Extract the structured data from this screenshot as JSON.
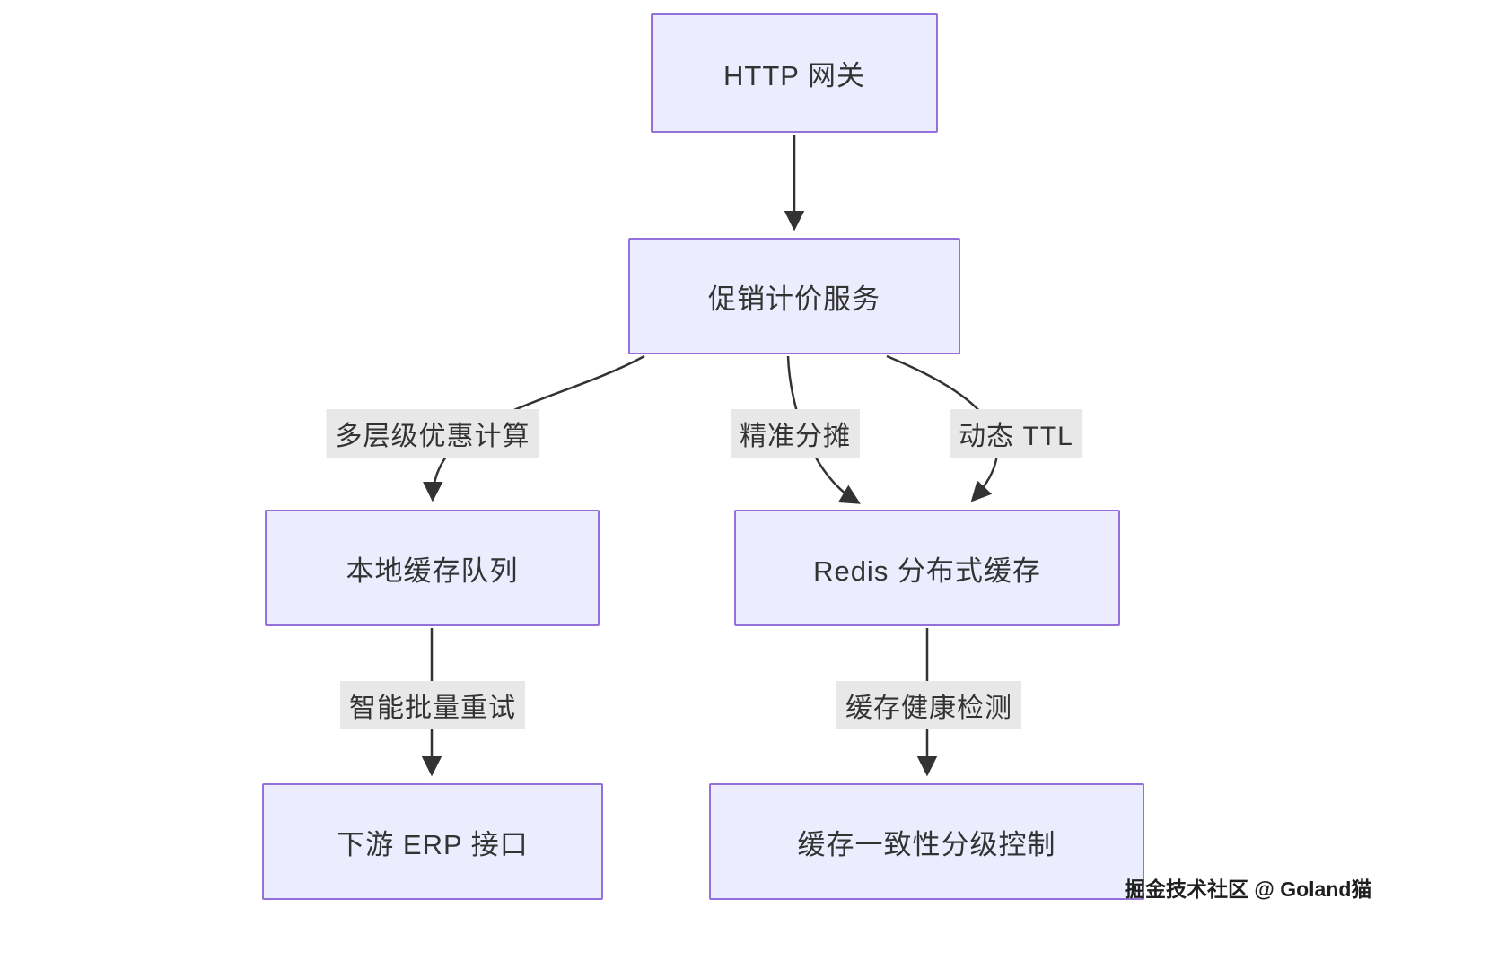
{
  "diagram": {
    "nodes": {
      "gateway": {
        "label": "HTTP 网关"
      },
      "pricing": {
        "label": "促销计价服务"
      },
      "localcache": {
        "label": "本地缓存队列"
      },
      "redis": {
        "label": "Redis 分布式缓存"
      },
      "erp": {
        "label": "下游 ERP 接口"
      },
      "consistency": {
        "label": "缓存一致性分级控制"
      }
    },
    "edge_labels": {
      "multi_level_discount": "多层级优惠计算",
      "precise_allocation": "精准分摊",
      "dynamic_ttl": "动态 TTL",
      "smart_batch_retry": "智能批量重试",
      "cache_health_check": "缓存健康检测"
    },
    "edges": [
      {
        "from": "gateway",
        "to": "pricing",
        "label": ""
      },
      {
        "from": "pricing",
        "to": "localcache",
        "label": "多层级优惠计算"
      },
      {
        "from": "pricing",
        "to": "redis",
        "label": "精准分摊"
      },
      {
        "from": "pricing",
        "to": "redis",
        "label": "动态 TTL"
      },
      {
        "from": "localcache",
        "to": "erp",
        "label": "智能批量重试"
      },
      {
        "from": "redis",
        "to": "consistency",
        "label": "缓存健康检测"
      }
    ],
    "colors": {
      "node_fill": "#ECECFF",
      "node_border": "#9370DB",
      "edge_label_bg": "#e8e8e8",
      "line": "#333333",
      "background": "#ffffff"
    },
    "watermark": "掘金技术社区 @ Goland猫"
  }
}
